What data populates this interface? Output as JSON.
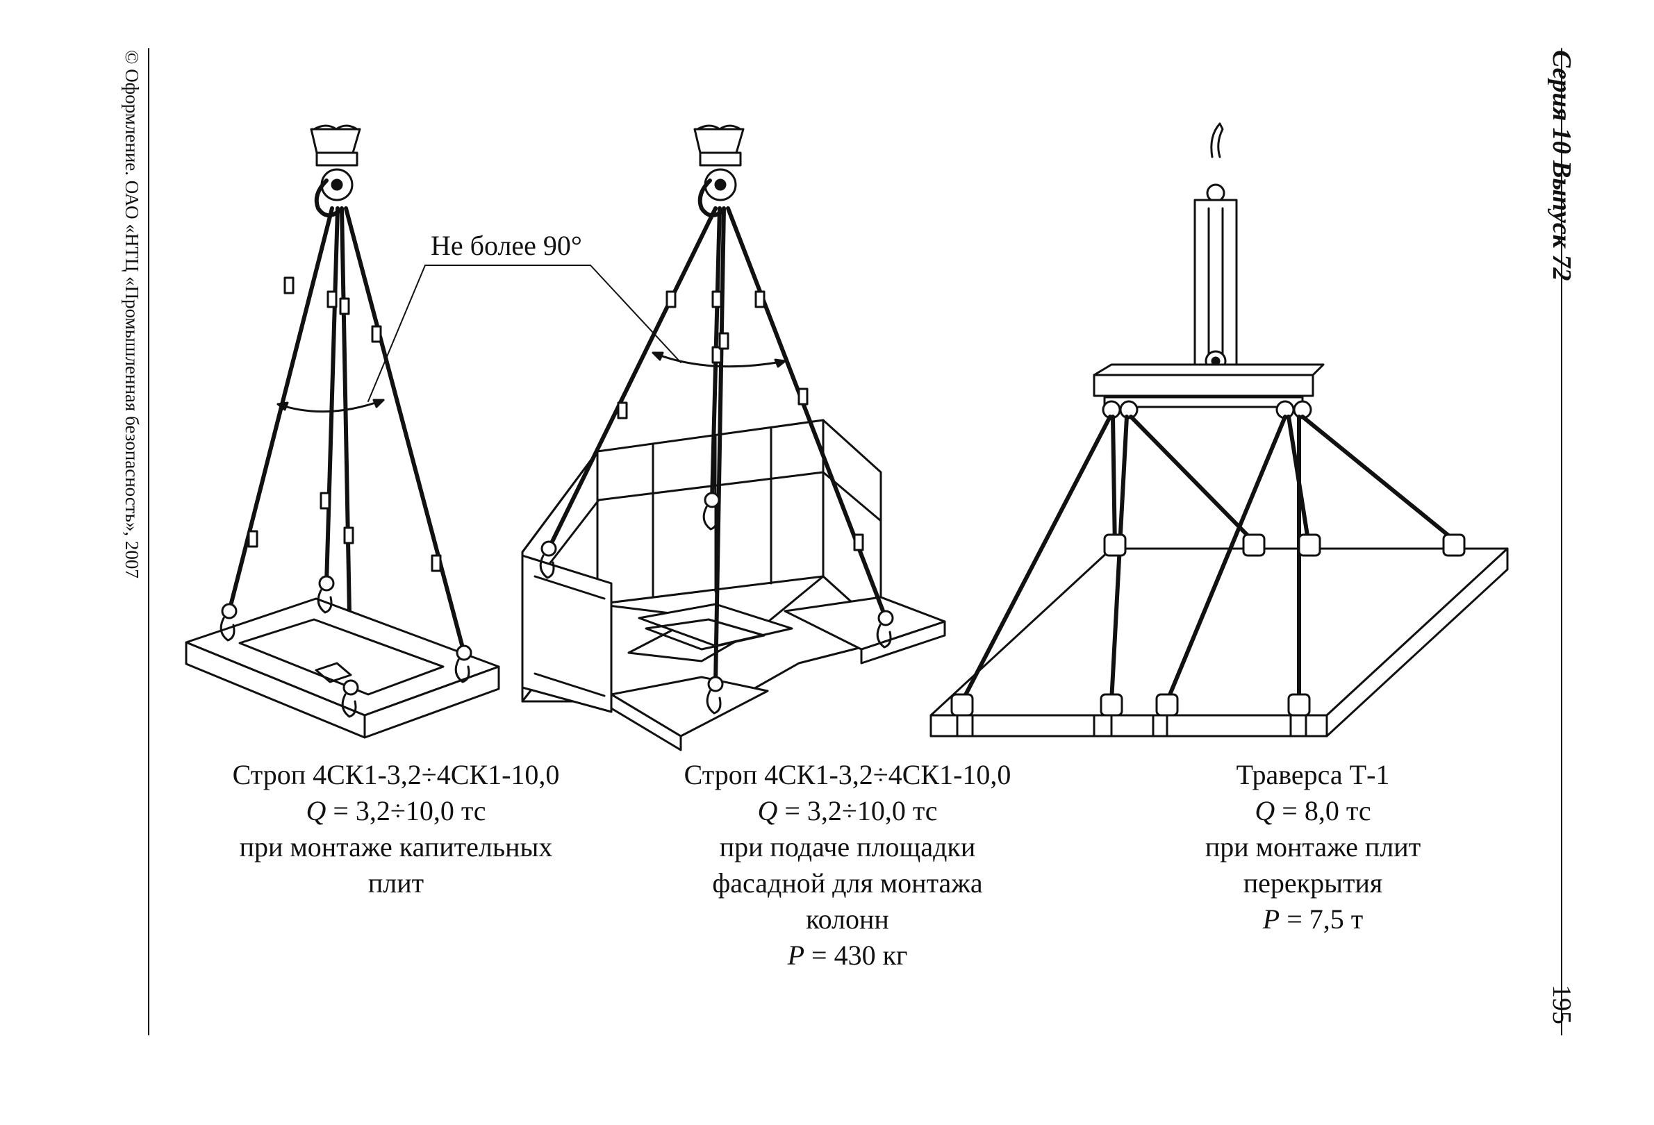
{
  "left_margin": {
    "copyright": "© Оформление. ОАО «НТЦ «Промышленная безопасность», 2007"
  },
  "right_margin": {
    "series": "Серия 10 Выпуск 72",
    "page_number": "195"
  },
  "angle_note": "Не более 90°",
  "figures": [
    {
      "line1": "Строп 4СК1-3,2÷4СК1-10,0",
      "load_var": "Q",
      "load_value": " = 3,2÷10,0 тс",
      "purpose_lines": [
        "при монтаже капительных",
        "плит"
      ],
      "weight_var": "",
      "weight_value": ""
    },
    {
      "line1": "Строп 4СК1-3,2÷4СК1-10,0",
      "load_var": "Q",
      "load_value": " = 3,2÷10,0 тс",
      "purpose_lines": [
        "при подаче площадки",
        "фасадной для монтажа",
        "колонн"
      ],
      "weight_var": "P",
      "weight_value": " = 430 кг"
    },
    {
      "line1": "Траверса Т-1",
      "load_var": "Q",
      "load_value": " = 8,0 тс",
      "purpose_lines": [
        "при монтаже плит",
        "перекрытия"
      ],
      "weight_var": "P",
      "weight_value": " = 7,5 т"
    }
  ]
}
